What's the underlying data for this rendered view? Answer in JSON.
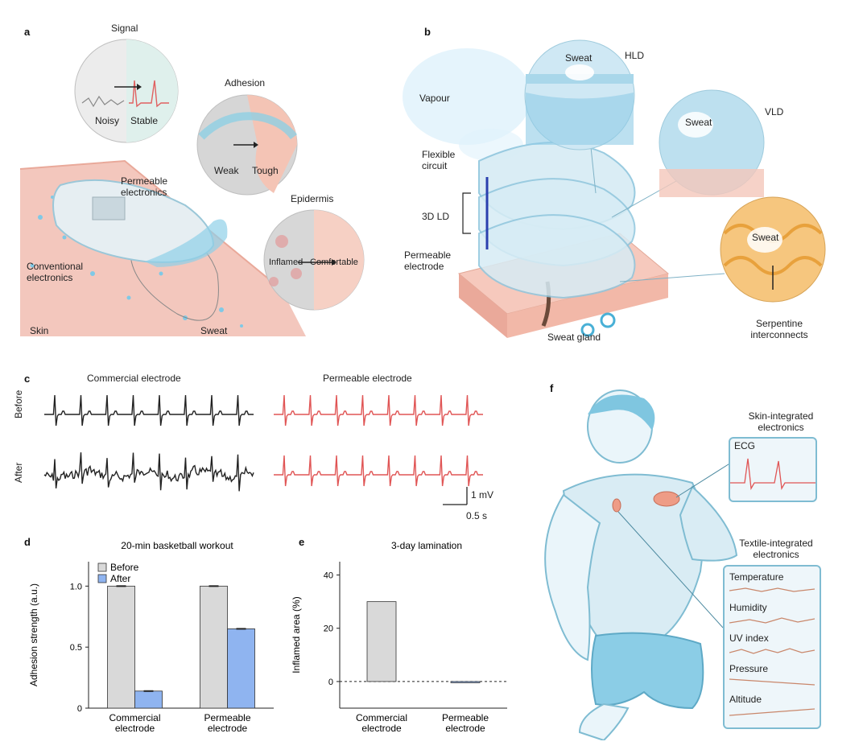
{
  "panels": {
    "a": {
      "letter": "a",
      "signal": {
        "title": "Signal",
        "left": "Noisy",
        "right": "Stable"
      },
      "adhesion": {
        "title": "Adhesion",
        "left": "Weak",
        "right": "Tough"
      },
      "epidermis": {
        "title": "Epidermis",
        "left": "Inflamed",
        "right": "Comfortable"
      },
      "permeable": "Permeable\nelectronics",
      "conventional": "Conventional\nelectronics",
      "skin": "Skin",
      "sweat": "Sweat"
    },
    "b": {
      "letter": "b",
      "vapour": "Vapour",
      "flexible": "Flexible\ncircuit",
      "ld3d": "3D LD",
      "perm_electrode": "Permeable\nelectrode",
      "sweat_gland": "Sweat gland",
      "hld": "HLD",
      "vld": "VLD",
      "sweat1": "Sweat",
      "sweat2": "Sweat",
      "sweat3": "Sweat",
      "serpentine": "Serpentine\ninterconnects"
    },
    "c": {
      "letter": "c",
      "commercial": "Commercial electrode",
      "permeable": "Permeable electrode",
      "before": "Before",
      "after": "After",
      "scale_mv": "1 mV",
      "scale_s": "0.5 s"
    },
    "d": {
      "letter": "d"
    },
    "e": {
      "letter": "e"
    },
    "f": {
      "letter": "f",
      "skin_integrated": "Skin-integrated\nelectronics",
      "ecg": "ECG",
      "textile_integrated": "Textile-integrated\nelectronics",
      "sensors": [
        "Temperature",
        "Humidity",
        "UV index",
        "Pressure",
        "Altitude"
      ]
    }
  },
  "chart_data": [
    {
      "type": "bar",
      "title": "20-min basketball workout",
      "ylabel": "Adhesion strength (a.u.)",
      "xlabel": "",
      "categories": [
        "Commercial\nelectrode",
        "Permeable\nelectrode"
      ],
      "series": [
        {
          "name": "Before",
          "values": [
            1.0,
            1.0
          ],
          "color": "#d9d9d9"
        },
        {
          "name": "After",
          "values": [
            0.14,
            0.65
          ],
          "color": "#8fb4f0"
        }
      ],
      "ylim": [
        0,
        1.2
      ],
      "yticks": [
        0,
        0.5,
        1.0
      ],
      "ytick_labels": [
        "0",
        "0.5",
        "1.0"
      ],
      "legend": "top-left"
    },
    {
      "type": "bar",
      "title": "3-day lamination",
      "ylabel": "Inflamed area (%)",
      "xlabel": "",
      "categories": [
        "Commercial\nelectrode",
        "Permeable\nelectrode"
      ],
      "values": [
        30,
        0
      ],
      "colors": [
        "#d9d9d9",
        "#8fb4f0"
      ],
      "ylim": [
        -10,
        45
      ],
      "yticks": [
        0,
        20,
        40
      ],
      "ytick_labels": [
        "0",
        "20",
        "40"
      ]
    }
  ]
}
